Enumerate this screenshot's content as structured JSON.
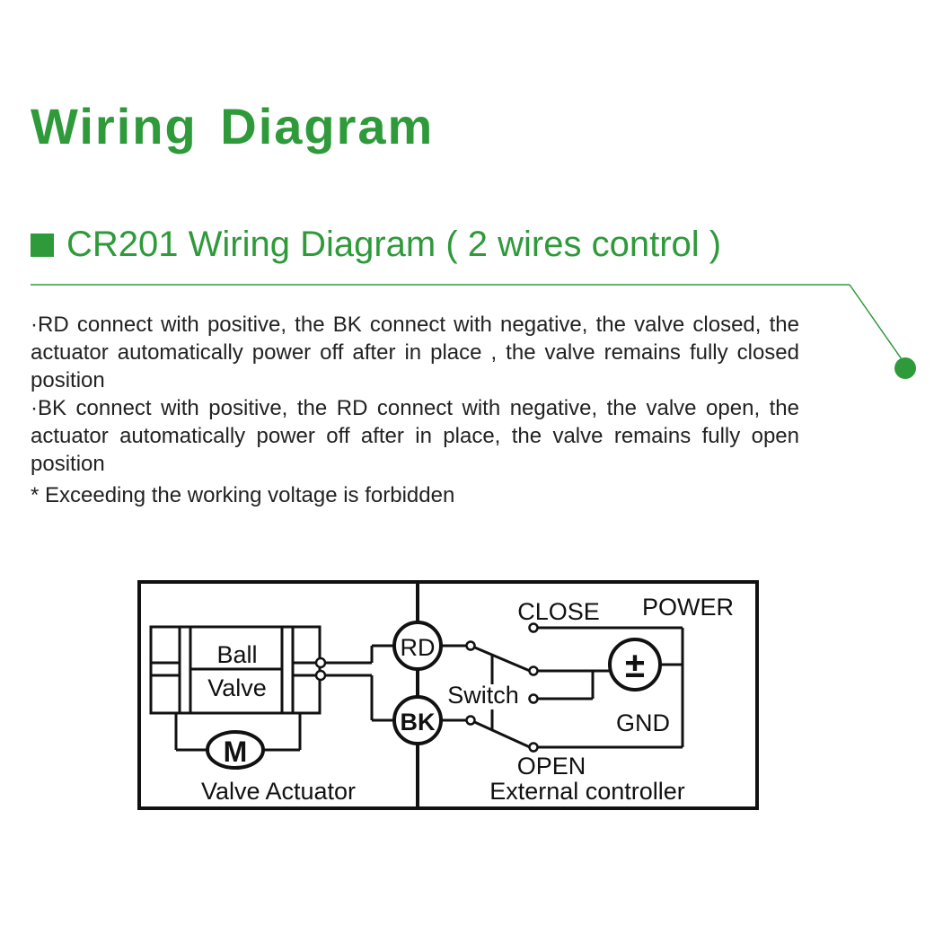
{
  "page": {
    "title": "Wiring  Diagram",
    "subtitle": "CR201 Wiring Diagram ( 2 wires control )",
    "accent_color": "#2e9a3a"
  },
  "description": {
    "lines": [
      "·RD connect with positive, the BK connect with negative, the valve closed, the actuator automatically power off after in place , the valve remains fully closed position",
      "·BK connect with positive, the RD connect with negative, the valve open, the actuator automatically power off after in place, the valve remains fully open position"
    ],
    "note": "* Exceeding the working voltage is forbidden"
  },
  "diagram": {
    "ball_label": "Ball",
    "valve_label": "Valve",
    "motor_label": "M",
    "actuator_label": "Valve Actuator",
    "rd_label": "RD",
    "bk_label": "BK",
    "switch_label": "Switch",
    "close_label": "CLOSE",
    "power_label": "POWER",
    "power_symbol": "±",
    "gnd_label": "GND",
    "open_label": "OPEN",
    "controller_label": "External controller"
  },
  "icons": {
    "square_bullet": "square-bullet-icon",
    "decorative_dot": "dot-icon"
  }
}
